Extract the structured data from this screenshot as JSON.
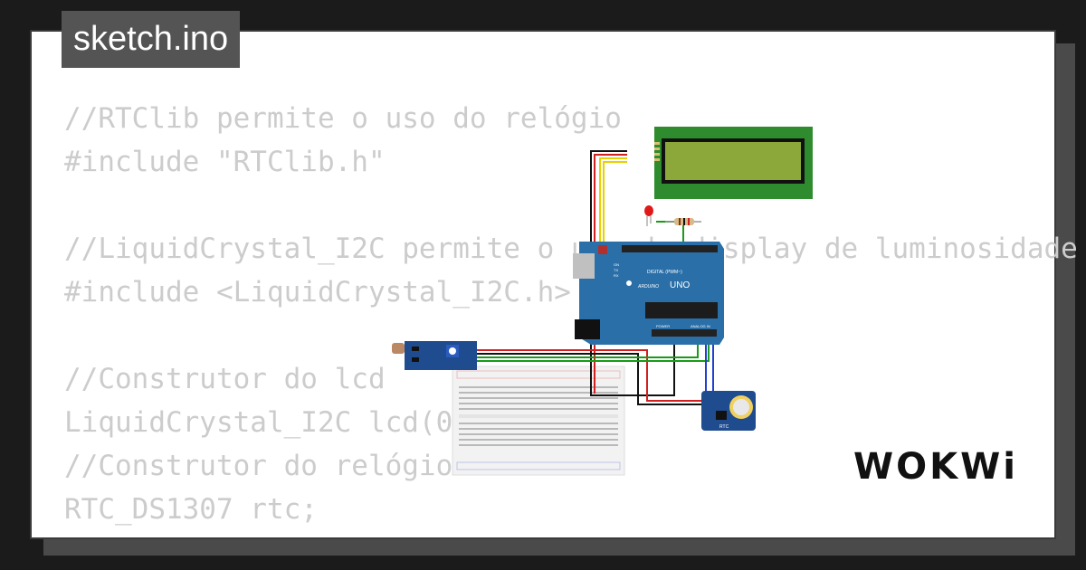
{
  "title": "sketch.ino",
  "code_lines": [
    "//RTClib permite o uso do relógio",
    "#include \"RTClib.h\"",
    "",
    "//LiquidCrystal_I2C permite o uso do display de luminosidade",
    "#include <LiquidCrystal_I2C.h>",
    "",
    "//Construtor do lcd",
    "LiquidCrystal_I2C lcd(0x27,16,2);",
    "//Construtor do relógio",
    "RTC_DS1307 rtc;"
  ],
  "logo": "WOKWi",
  "board": {
    "label_uno": "UNO",
    "label_arduino": "ARDUINO",
    "label_digital": "DIGITAL (PWM~)",
    "label_analog": "ANALOG IN",
    "label_power": "POWER",
    "label_tx": "TX",
    "label_rx": "RX",
    "label_on": "ON"
  },
  "rtc_label": "RTC",
  "colors": {
    "background": "#1b1b1b",
    "card": "#ffffff",
    "tab": "#545454",
    "code_text": "#cccccc",
    "board": "#2a6fa8",
    "lcd_frame": "#2e8b2e",
    "lcd_screen": "#8ca83a",
    "module": "#1f4b8f",
    "wire_black": "#111111",
    "wire_red": "#d02020",
    "wire_green": "#1a9a1a",
    "wire_yellow": "#e8d000",
    "wire_blue": "#2040d0"
  }
}
